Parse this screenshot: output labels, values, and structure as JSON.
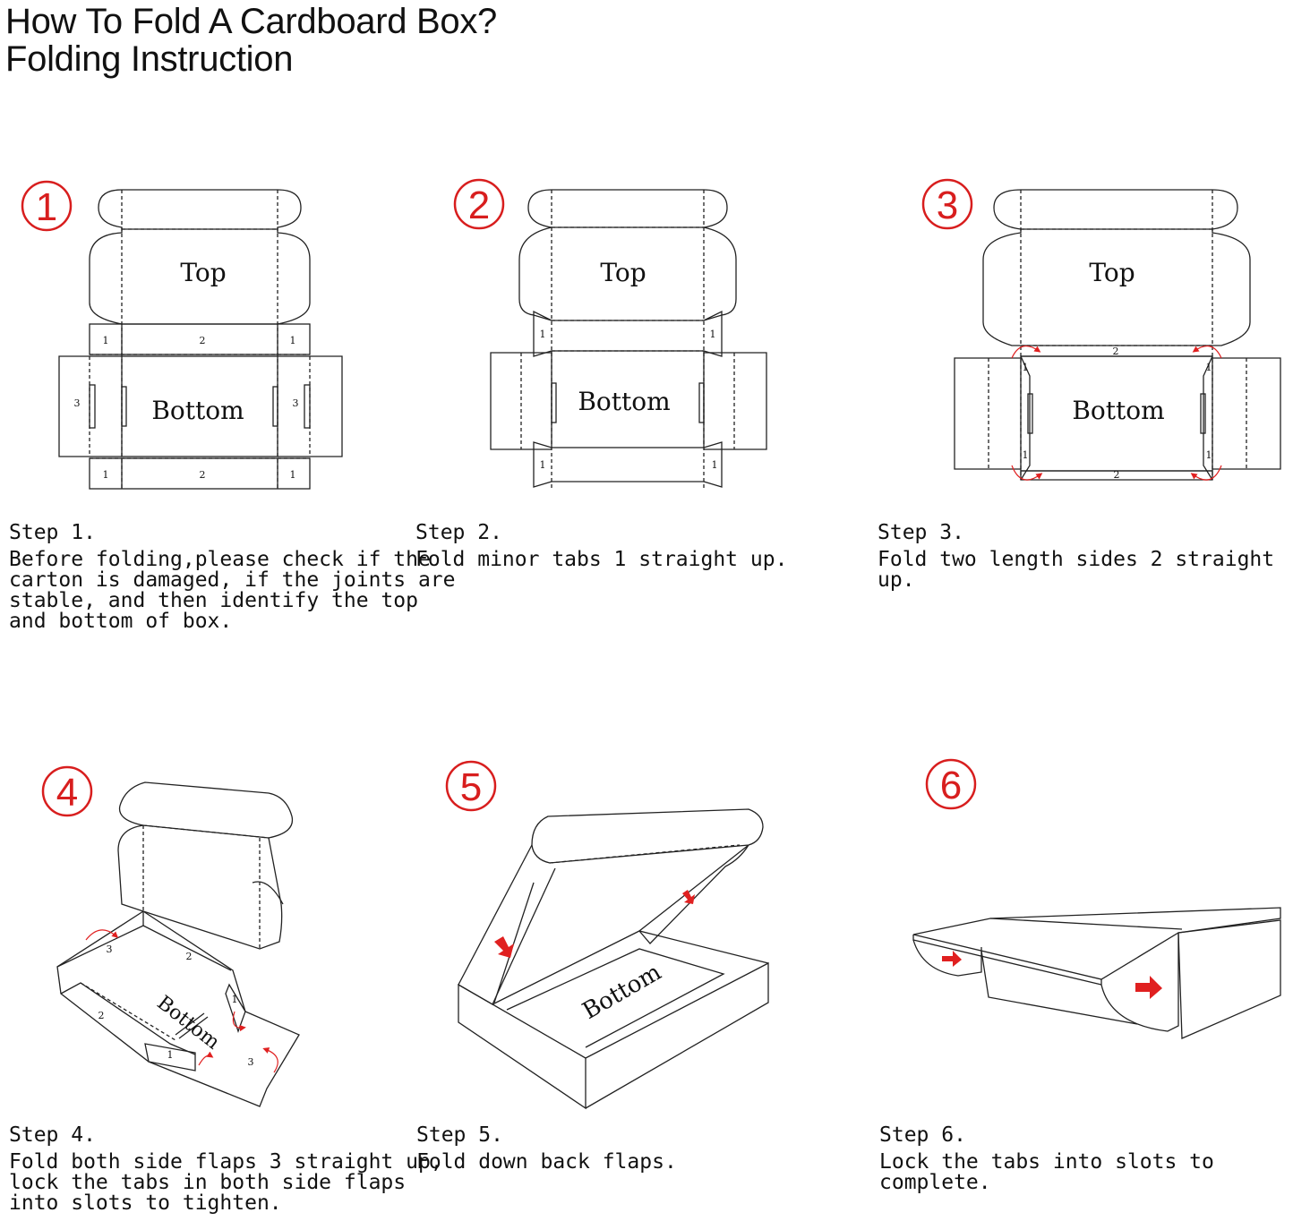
{
  "header": {
    "title_line1": "How To Fold A Cardboard Box?",
    "title_line2": "Folding Instruction"
  },
  "steps": [
    {
      "badge": "1",
      "heading": "Step 1.",
      "text": "Before folding,please check if the\ncarton is damaged, if the joints are\nstable, and then identify the top\nand bottom of box.",
      "top_label": "Top",
      "bottom_label": "Bottom",
      "tab_labels": [
        "1",
        "2",
        "3"
      ]
    },
    {
      "badge": "2",
      "heading": "Step 2.",
      "text": "Fold minor tabs 1 straight up.",
      "top_label": "Top",
      "bottom_label": "Bottom",
      "tab_labels": [
        "1"
      ]
    },
    {
      "badge": "3",
      "heading": "Step 3.",
      "text": "Fold two length sides 2 straight up.",
      "top_label": "Top",
      "bottom_label": "Bottom",
      "tab_labels": [
        "1",
        "2"
      ]
    },
    {
      "badge": "4",
      "heading": "Step 4.",
      "text": "Fold both side flaps 3 straight up,\nlock the tabs in both side flaps\ninto slots to tighten.",
      "bottom_label": "Bottom",
      "tab_labels": [
        "1",
        "2",
        "3"
      ]
    },
    {
      "badge": "5",
      "heading": "Step 5.",
      "text": "Fold down back flaps.",
      "bottom_label": "Bottom"
    },
    {
      "badge": "6",
      "heading": "Step 6.",
      "text": "Lock the tabs into slots to complete."
    }
  ],
  "colors": {
    "badge": "#d81e1e",
    "arrow": "#e02020",
    "line": "#222222"
  },
  "icons": [
    "circled-number-icon",
    "fold-arrow-icon",
    "direction-arrow-icon"
  ]
}
